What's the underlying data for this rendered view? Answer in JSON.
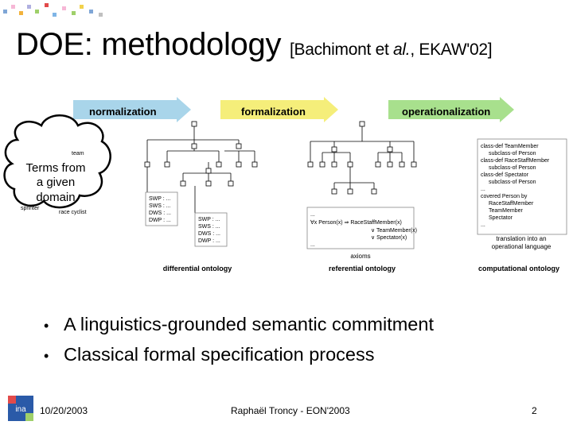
{
  "slide": {
    "title_main": "DOE: methodology",
    "title_ref_prefix": "[Bachimont et ",
    "title_ref_italic": "al.",
    "title_ref_suffix": ", EKAW'02]"
  },
  "stages": [
    {
      "label": "normalization",
      "color": "#a9d5ea"
    },
    {
      "label": "formalization",
      "color": "#f5ee7a"
    },
    {
      "label": "operationalization",
      "color": "#a8e08d"
    }
  ],
  "cloud": {
    "text_lines": [
      "Terms from",
      "a given",
      "domain"
    ],
    "word_team": "team",
    "word_sprinter": "sprinter",
    "word_race_cyclist": "race cyclist"
  },
  "diff_box_1": [
    "SWP : ...",
    "SWS : ...",
    "DWS : ...",
    "DWP : ..."
  ],
  "diff_box_2": [
    "SWP : ...",
    "SWS : ...",
    "DWS : ...",
    "DWP : ..."
  ],
  "axioms_box": [
    "...",
    "∀x Person(x) ⇒ RaceStaffMember(x)",
    "∨ TeamMember(x)",
    "∨ Spectator(x)",
    "..."
  ],
  "axioms_caption": "axioms",
  "code_box": [
    "class-def TeamMember",
    "subclass-of Person",
    "class-def RaceStaffMember",
    "subclass-of Person",
    "class-def Spectator",
    "subclass-of Person",
    "...",
    "covered Person by",
    "RaceStaffMember",
    "TeamMember",
    "Spectator",
    "..."
  ],
  "translation_caption": [
    "translation into an",
    "operational language"
  ],
  "captions": {
    "differential": "differential ontology",
    "referential": "referential ontology",
    "computational": "computational ontology"
  },
  "bullets": [
    "A linguistics-grounded semantic commitment",
    "Classical formal specification process"
  ],
  "footer": {
    "date": "10/20/2003",
    "author": "Raphaël Troncy - EON'2003",
    "page": "2"
  },
  "logo_text": "ina"
}
